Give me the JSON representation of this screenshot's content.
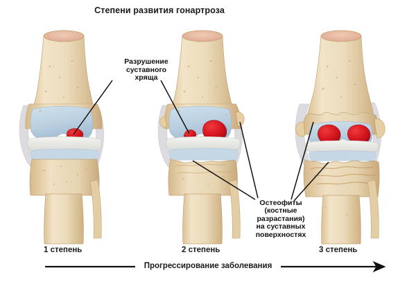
{
  "title": "Степени развития гонартроза",
  "annotations": {
    "cartilage": {
      "name": "cartilage-destruction-label",
      "lines": [
        "Разрушение",
        "суставного",
        "хряща"
      ],
      "text": "Разрушение суставного хряща"
    },
    "osteophytes": {
      "name": "osteophytes-label",
      "lines": [
        "Остеофиты",
        "(костные",
        "разрастания)",
        "на суставных",
        "поверхностях"
      ],
      "text": "Остеофиты (костные разрастания) на суставных поверхностях"
    }
  },
  "stages": [
    {
      "label": "1 степень",
      "severity": "mild",
      "lesions": 1,
      "osteophytes": "none"
    },
    {
      "label": "2 степень",
      "severity": "moderate",
      "lesions": 2,
      "osteophytes": "moderate"
    },
    {
      "label": "3 степень",
      "severity": "severe",
      "lesions": 2,
      "osteophytes": "severe"
    }
  ],
  "progression": {
    "text": "Прогрессирование заболевания",
    "direction": "left-to-right"
  },
  "colors": {
    "bone": "#e9d5ae",
    "bone_shade": "#d8bd8d",
    "bone_light": "#f4e7cd",
    "marrow": "#e8b9a2",
    "cartilage": "#bdd2e2",
    "cartilage_shade": "#a6c0d6",
    "meniscus": "#e7e7e4",
    "ligament": "#dcdce0",
    "lesion": "#d4141f",
    "lesion_dark": "#a50d17",
    "leader": "#111111",
    "background": "#ffffff"
  }
}
